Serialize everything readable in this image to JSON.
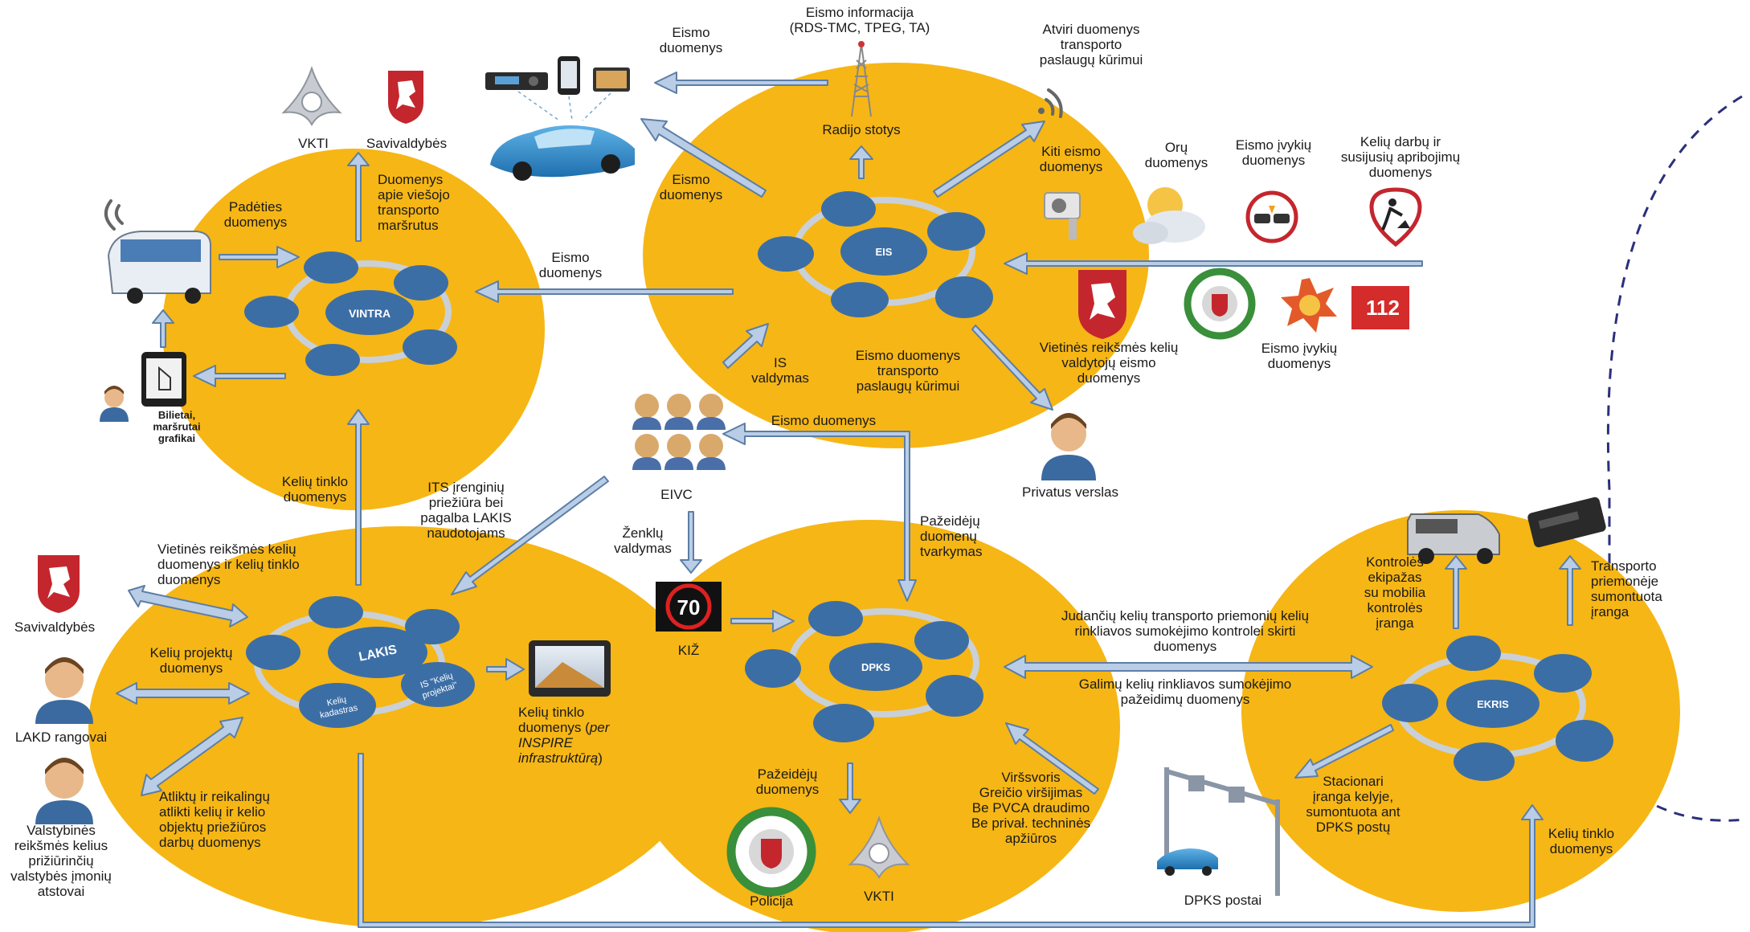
{
  "nodes": {
    "vintra": "VINTRA",
    "eis": "EIS",
    "lakis": "LAKIS",
    "lakis_kadastras": "Kelių\nkadastras",
    "lakis_projektai": "IS \"Kelių\nprojektai\"",
    "dpks": "DPKS",
    "ekris": "EKRIS",
    "kiz_value": "70"
  },
  "labels": {
    "eismo_informacija": "Eismo informacija\n(RDS-TMC, TPEG, TA)",
    "eismo_duomenys_top": "Eismo\nduomenys",
    "atviri_duomenys": "Atviri duomenys\ntransporto\npaslaugų kūrimui",
    "radijo_stotys": "Radijo stotys",
    "vkti_top": "VKTI",
    "savivaldybes_top": "Savivaldybės",
    "duomenys_viesojo": "Duomenys\napie viešojo\ntransporto\nmaršrutus",
    "eismo_duomenys_car": "Eismo\nduomenys",
    "kiti_eismo": "Kiti eismo\nduomenys",
    "oru_duomenys": "Orų\nduomenys",
    "eismo_ivykiu_top": "Eismo įvykių\nduomenys",
    "keliu_darbu": "Kelių darbų ir\nsusijusių apribojimų\nduomenys",
    "padeties": "Padėties\nduomenys",
    "eismo_duomenys_vintra": "Eismo\nduomenys",
    "bilietai": "Bilietai,\nmaršrutai\ngrafikai",
    "is_valdymas": "IS\nvaldymas",
    "eismo_duomenys_paslaugu": "Eismo duomenys\ntransporto\npaslaugų kūrimui",
    "vietines_valdytoju": "Vietinės reikšmės kelių\nvaldytojų eismo\nduomenys",
    "eismo_ivykiu_bottom": "Eismo įvykių\nduomenys",
    "eismo_duomenys_eivc": "Eismo duomenys",
    "privatus_verslas": "Privatus verslas",
    "eivc": "EIVC",
    "keliu_tinklo_vintra": "Kelių tinklo\nduomenys",
    "its_irenginiu": "ITS įrenginių\npriežiūra bei\npagalba LAKIS\nnaudotojams",
    "zenklu_valdymas": "Ženklų\nvaldymas",
    "pazeidleju_tvarkymas": "Pažeidėjų\nduomenų\ntvarkymas",
    "vietines_keliu_tinklo": "Vietinės reikšmės kelių\nduomenys ir kelių tinklo\nduomenys",
    "savivaldybes_left": "Savivaldybės",
    "keliu_projektu": "Kelių projektų\nduomenys",
    "lakd_rangovai": "LAKD rangovai",
    "valstybines": "Valstybinės\nreikšmės kelius\nprižiūrinčių\nvalstybės įmonių\natstovai",
    "atliktu": "Atliktų ir reikalingų\natlikti kelių ir kelio\nobjektų priežiūros\ndarbų duomenys",
    "keliu_tinklo_lakis_a": "Kelių tinklo\nduomenys (",
    "keliu_tinklo_lakis_b": "per\nINSPIRE\ninfrastruktūrą",
    "keliu_tinklo_lakis_c": ")",
    "kiz": "KIŽ",
    "pazeidleju_duomenys": "Pažeidėjų\nduomenys",
    "policija": "Policija",
    "vkti_bottom": "VKTI",
    "virssvoris": "Viršsvoris\nGreičio viršijimas\nBe PVCA draudimo\nBe privał. techninės\napžiūros",
    "dpks_postai": "DPKS postai",
    "judanciu": "Judančių kelių transporto priemonių kelių\nrinkliavos sumokėjimo kontrolei skirti\nduomenys",
    "galimu": "Galimų kelių rinkliavos sumokėjimo\npažeidimų duomenys",
    "kontroles_ekipazas": "Kontrolės\nekipažas\nsu mobilia\nkontrolės\nįranga",
    "transporto_priemoneje": "Transporto\npriemonėje\nsumontuota\nįranga",
    "stacionari": "Stacionari\nįranga kelyje,\nsumontuota ant\nDPKS postų",
    "keliu_tinklo_ekris": "Kelių tinklo\nduomenys"
  },
  "colors": {
    "circle": "#f6b615",
    "node": "#3c6ea6",
    "node_dark": "#2c5585",
    "ring": "#c9d0d8",
    "arrow_fill": "#b9cde6",
    "arrow_stroke": "#5d7ea6",
    "dashed": "#2b2f7a"
  },
  "icons": [
    "radio-tower-icon",
    "car-icon",
    "radio-device-icon",
    "smartphone-icon",
    "navigator-icon",
    "wifi-signal-icon",
    "vkti-logo",
    "coat-of-arms-icon",
    "bus-icon",
    "tablet-touch-icon",
    "person-icon",
    "traffic-camera-icon",
    "weather-icon",
    "accident-icon",
    "roadwork-icon",
    "police-badge-icon",
    "fire-rescue-icon",
    "112-icon",
    "operators-icon",
    "speed-sign-icon",
    "gps-navigator-icon",
    "gantry-icon",
    "van-icon",
    "onboard-unit-icon"
  ]
}
